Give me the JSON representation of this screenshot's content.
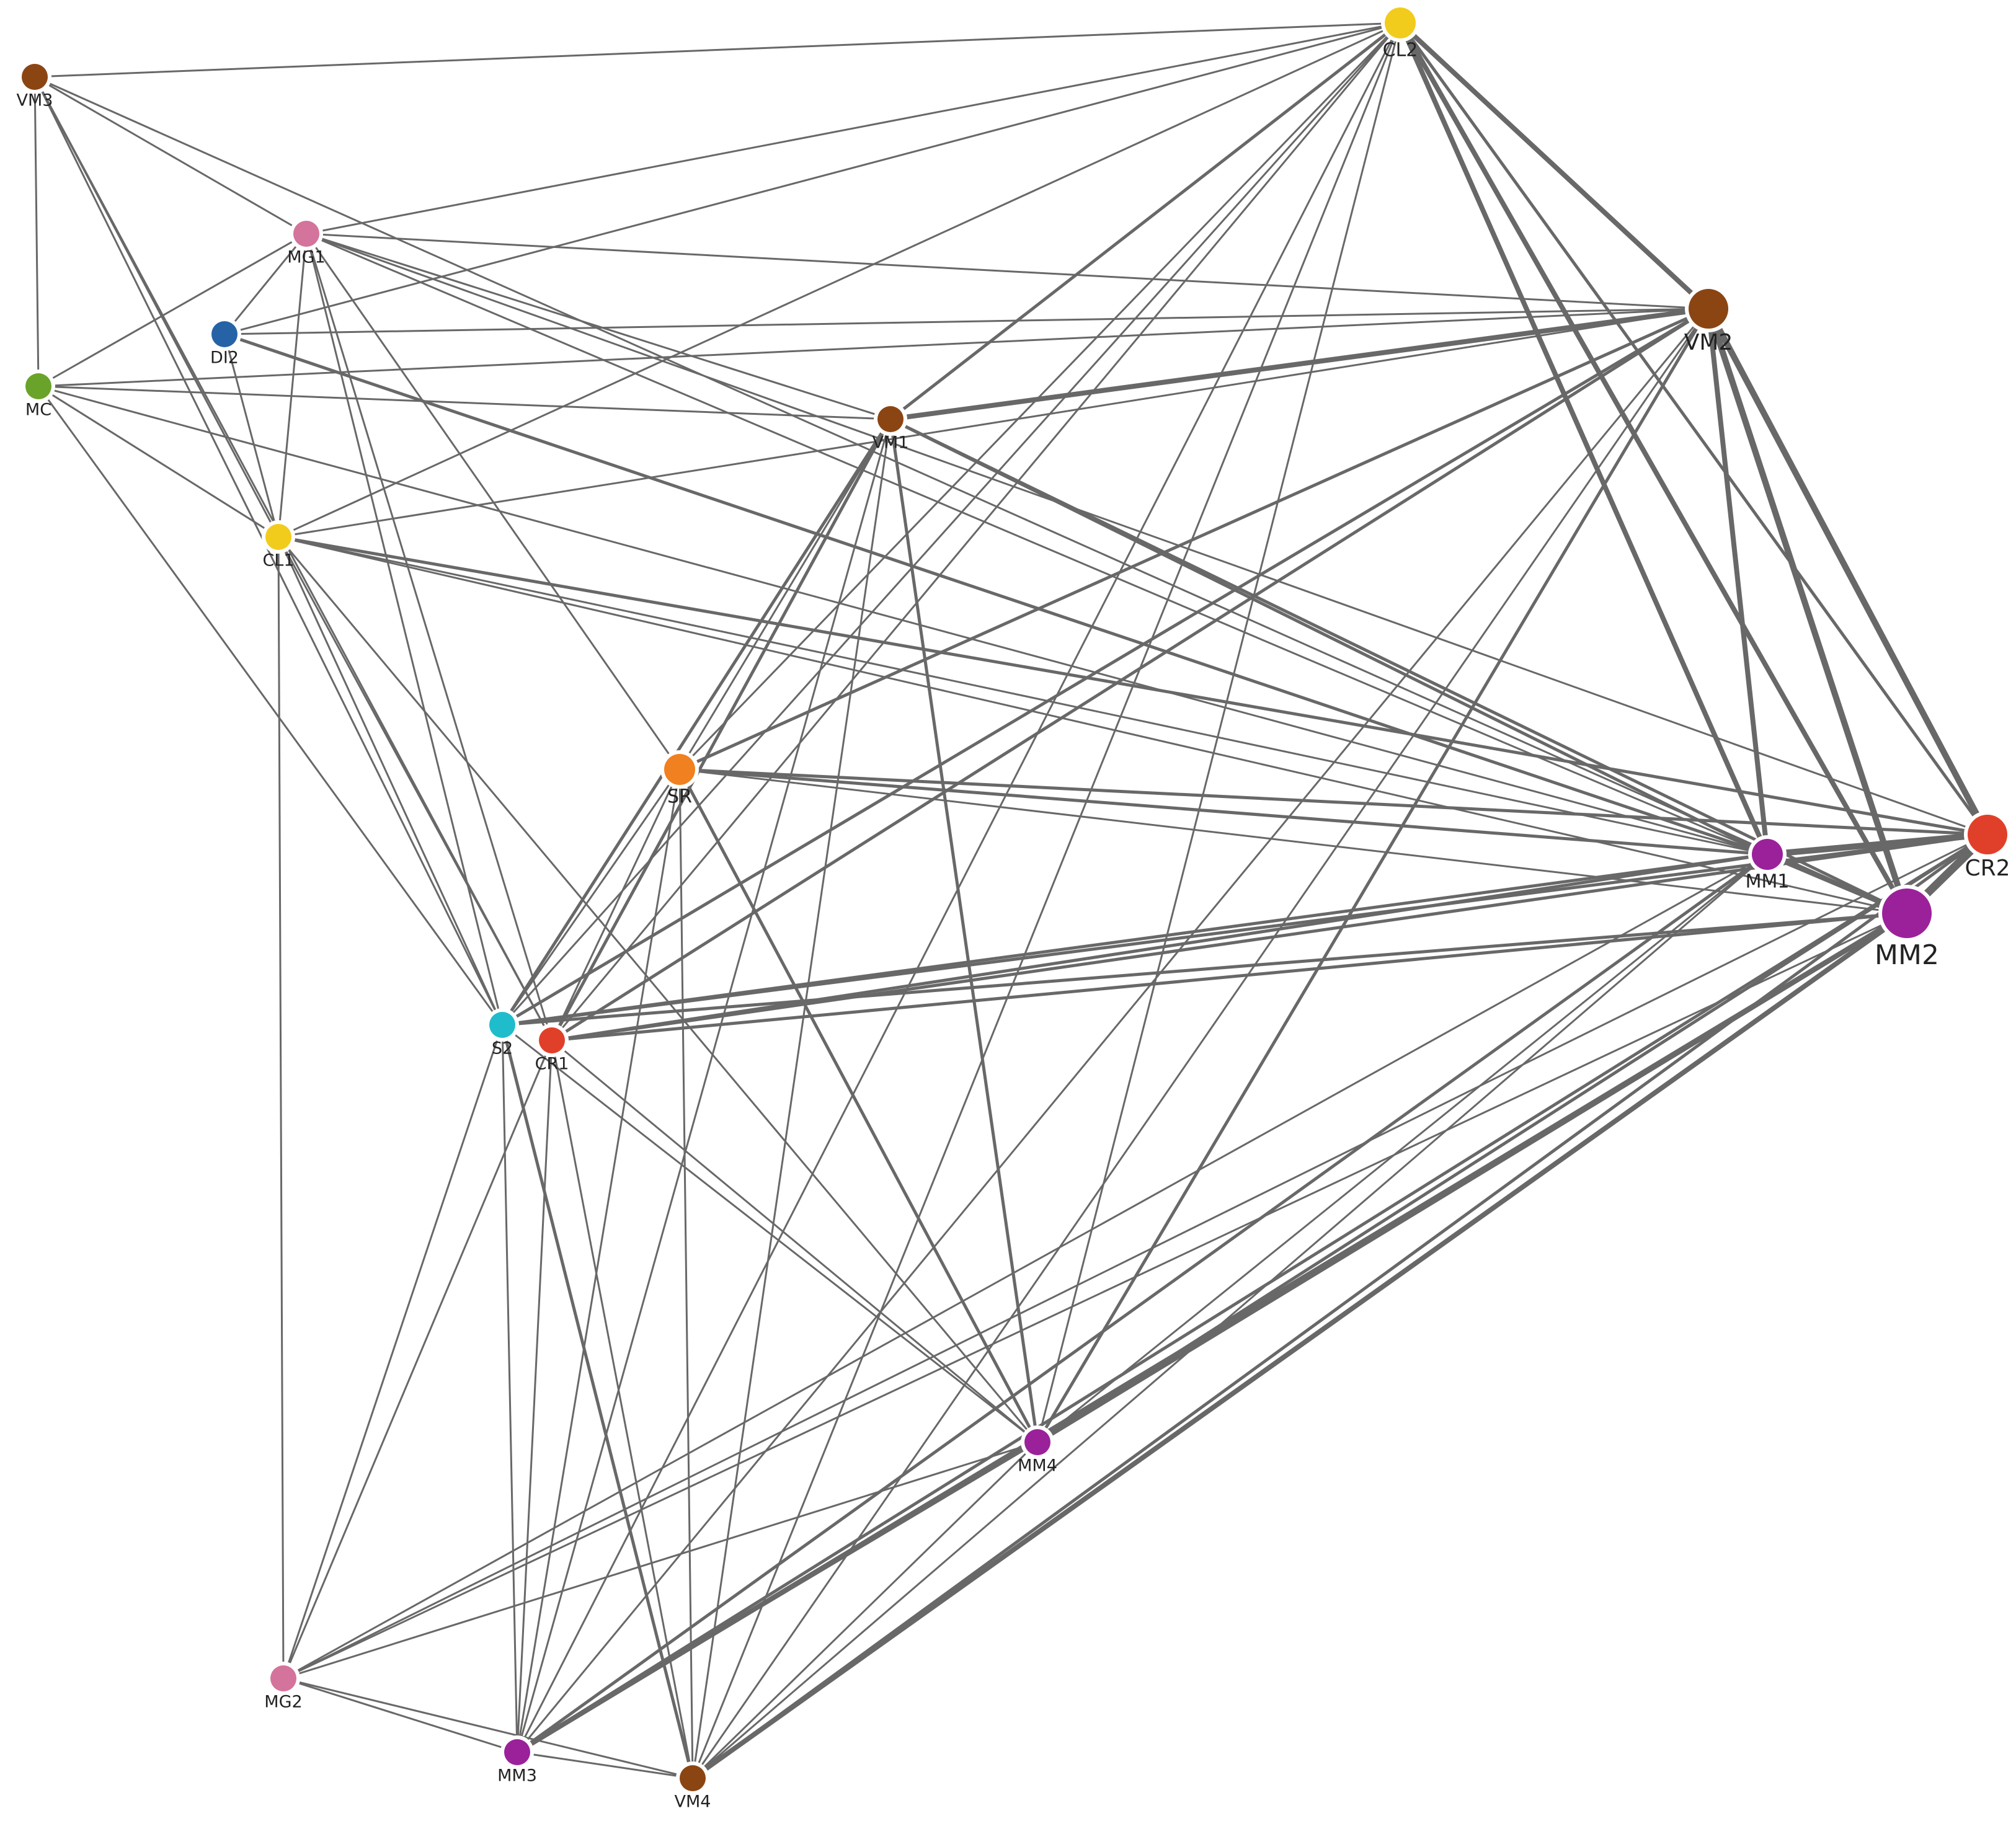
{
  "nodes": [
    {
      "id": "CL2",
      "label": "CL2",
      "color": "#F2CC1C",
      "size": 2
    },
    {
      "id": "VM3",
      "label": "VM3",
      "color": "#8B4513",
      "size": 1
    },
    {
      "id": "MG1",
      "label": "MG1",
      "color": "#D4739C",
      "size": 1
    },
    {
      "id": "DI2",
      "label": "DI2",
      "color": "#2563A6",
      "size": 1
    },
    {
      "id": "MC",
      "label": "MC",
      "color": "#6AA329",
      "size": 1
    },
    {
      "id": "VM1",
      "label": "VM1",
      "color": "#8B4513",
      "size": 1
    },
    {
      "id": "VM2",
      "label": "VM2",
      "color": "#8B4513",
      "size": 3
    },
    {
      "id": "CL1",
      "label": "CL1",
      "color": "#F2CC1C",
      "size": 1
    },
    {
      "id": "SR",
      "label": "SR",
      "color": "#F08020",
      "size": 2
    },
    {
      "id": "MM1",
      "label": "MM1",
      "color": "#9B219B",
      "size": 2
    },
    {
      "id": "CR2",
      "label": "CR2",
      "color": "#E0402A",
      "size": 3
    },
    {
      "id": "MM2",
      "label": "MM2",
      "color": "#9B219B",
      "size": 4
    },
    {
      "id": "S2",
      "label": "S2",
      "color": "#1FBDCB",
      "size": 1
    },
    {
      "id": "CR1",
      "label": "CR1",
      "color": "#E0402A",
      "size": 1
    },
    {
      "id": "MM4",
      "label": "MM4",
      "color": "#9B219B",
      "size": 1
    },
    {
      "id": "MG2",
      "label": "MG2",
      "color": "#D4739C",
      "size": 1
    },
    {
      "id": "MM3",
      "label": "MM3",
      "color": "#9B219B",
      "size": 1
    },
    {
      "id": "VM4",
      "label": "VM4",
      "color": "#8B4513",
      "size": 1
    }
  ],
  "edges": [
    [
      "VM3",
      "CL2",
      1
    ],
    [
      "VM3",
      "MG1",
      1
    ],
    [
      "VM3",
      "MC",
      1
    ],
    [
      "VM3",
      "CL1",
      1
    ],
    [
      "VM3",
      "S2",
      1
    ],
    [
      "VM3",
      "MM2",
      1
    ],
    [
      "VM3",
      "CR1",
      1
    ],
    [
      "MG1",
      "CL2",
      1
    ],
    [
      "MG1",
      "VM2",
      1
    ],
    [
      "MG1",
      "VM1",
      1
    ],
    [
      "MG1",
      "DI2",
      1
    ],
    [
      "MG1",
      "MC",
      1
    ],
    [
      "MG1",
      "CL1",
      1
    ],
    [
      "MG1",
      "SR",
      1
    ],
    [
      "MG1",
      "S2",
      1
    ],
    [
      "MG1",
      "CR1",
      1
    ],
    [
      "MG1",
      "MM1",
      1
    ],
    [
      "MG1",
      "CR2",
      1
    ],
    [
      "DI2",
      "VM2",
      1
    ],
    [
      "DI2",
      "CL1",
      1
    ],
    [
      "DI2",
      "MM1",
      2
    ],
    [
      "DI2",
      "CL2",
      1
    ],
    [
      "MC",
      "VM2",
      1
    ],
    [
      "MC",
      "CL1",
      1
    ],
    [
      "MC",
      "S2",
      1
    ],
    [
      "MC",
      "VM1",
      1
    ],
    [
      "MC",
      "MM1",
      1
    ],
    [
      "CL1",
      "CL2",
      1
    ],
    [
      "CL1",
      "VM2",
      1
    ],
    [
      "CL1",
      "MM1",
      1
    ],
    [
      "CL1",
      "CR2",
      2
    ],
    [
      "CL1",
      "S2",
      1
    ],
    [
      "CL1",
      "CR1",
      1
    ],
    [
      "CL1",
      "MM4",
      1
    ],
    [
      "CL1",
      "MM2",
      1
    ],
    [
      "CL1",
      "MG2",
      1
    ],
    [
      "VM1",
      "CL2",
      2
    ],
    [
      "VM1",
      "VM2",
      3
    ],
    [
      "VM1",
      "MM1",
      2
    ],
    [
      "VM1",
      "MM2",
      2
    ],
    [
      "VM1",
      "S2",
      2
    ],
    [
      "VM1",
      "CR1",
      2
    ],
    [
      "VM1",
      "MM4",
      2
    ],
    [
      "VM1",
      "MM3",
      1
    ],
    [
      "VM1",
      "VM4",
      1
    ],
    [
      "VM1",
      "SR",
      1
    ],
    [
      "CL2",
      "VM2",
      3
    ],
    [
      "CL2",
      "MM1",
      3
    ],
    [
      "CL2",
      "MM2",
      3
    ],
    [
      "CL2",
      "CR2",
      2
    ],
    [
      "CL2",
      "S2",
      1
    ],
    [
      "CL2",
      "CR1",
      1
    ],
    [
      "CL2",
      "SR",
      1
    ],
    [
      "CL2",
      "MM4",
      1
    ],
    [
      "CL2",
      "MM3",
      1
    ],
    [
      "CL2",
      "VM4",
      1
    ],
    [
      "VM2",
      "MM1",
      3
    ],
    [
      "VM2",
      "MM2",
      4
    ],
    [
      "VM2",
      "CR2",
      4
    ],
    [
      "VM2",
      "SR",
      2
    ],
    [
      "VM2",
      "S2",
      2
    ],
    [
      "VM2",
      "CR1",
      2
    ],
    [
      "VM2",
      "MM4",
      2
    ],
    [
      "VM2",
      "MM3",
      1
    ],
    [
      "VM2",
      "VM4",
      1
    ],
    [
      "SR",
      "MM1",
      2
    ],
    [
      "SR",
      "CR2",
      2
    ],
    [
      "SR",
      "MM2",
      1
    ],
    [
      "SR",
      "S2",
      1
    ],
    [
      "SR",
      "CR1",
      1
    ],
    [
      "SR",
      "MM4",
      2
    ],
    [
      "SR",
      "MM3",
      1
    ],
    [
      "SR",
      "VM4",
      1
    ],
    [
      "S2",
      "MM1",
      2
    ],
    [
      "S2",
      "MM2",
      2
    ],
    [
      "S2",
      "CR2",
      2
    ],
    [
      "S2",
      "MM4",
      1
    ],
    [
      "S2",
      "MG2",
      1
    ],
    [
      "S2",
      "MM3",
      1
    ],
    [
      "S2",
      "VM4",
      2
    ],
    [
      "CR1",
      "MM1",
      2
    ],
    [
      "CR1",
      "MM2",
      2
    ],
    [
      "CR1",
      "CR2",
      2
    ],
    [
      "CR1",
      "MM4",
      1
    ],
    [
      "CR1",
      "MG2",
      1
    ],
    [
      "CR1",
      "MM3",
      1
    ],
    [
      "CR1",
      "VM4",
      1
    ],
    [
      "MM1",
      "CR2",
      4
    ],
    [
      "MM1",
      "MM2",
      3
    ],
    [
      "MM1",
      "MM4",
      1
    ],
    [
      "MM1",
      "MM3",
      2
    ],
    [
      "MM1",
      "VM4",
      1
    ],
    [
      "MM1",
      "MG2",
      1
    ],
    [
      "CR2",
      "MM2",
      5
    ],
    [
      "CR2",
      "MM4",
      2
    ],
    [
      "CR2",
      "MM3",
      2
    ],
    [
      "CR2",
      "VM4",
      2
    ],
    [
      "CR2",
      "MG2",
      1
    ],
    [
      "MM2",
      "MM4",
      3
    ],
    [
      "MM2",
      "MM3",
      3
    ],
    [
      "MM2",
      "VM4",
      3
    ],
    [
      "MM2",
      "MG2",
      1
    ],
    [
      "MM4",
      "MG2",
      1
    ],
    [
      "MM4",
      "MM3",
      1
    ],
    [
      "MM4",
      "VM4",
      1
    ],
    [
      "MG2",
      "MM3",
      1
    ],
    [
      "MG2",
      "VM4",
      1
    ],
    [
      "MM3",
      "VM4",
      1
    ]
  ]
}
